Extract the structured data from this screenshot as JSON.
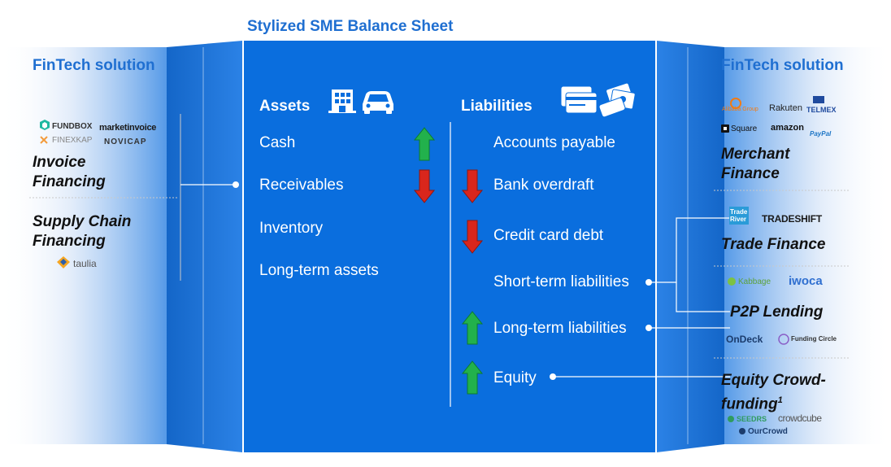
{
  "title": "Stylized SME Balance Sheet",
  "left": {
    "heading": "FinTech solution",
    "categories": [
      {
        "label": "Invoice Financing",
        "logos": [
          "FUNDBOX",
          "marketinvoice",
          "FINEXKAP",
          "NOVICAP"
        ]
      },
      {
        "label": "Supply Chain Financing",
        "logos": [
          "taulia"
        ]
      }
    ]
  },
  "right": {
    "heading": "FinTech solution",
    "categories": [
      {
        "label": "Merchant Finance",
        "logos": [
          "Alibaba Group",
          "Rakuten",
          "TELMEX",
          "Square",
          "amazon",
          "PayPal"
        ]
      },
      {
        "label": "Trade Finance",
        "logos": [
          "Trade River",
          "TRADESHIFT"
        ]
      },
      {
        "label": "P2P Lending",
        "logos": [
          "Kabbage",
          "iwoca",
          "OnDeck",
          "Funding Circle"
        ]
      },
      {
        "label": "Equity Crowd-funding",
        "footnote": "1",
        "logos": [
          "SEEDRS",
          "crowdcube",
          "OurCrowd"
        ]
      }
    ]
  },
  "assets": {
    "heading": "Assets",
    "items": [
      "Cash",
      "Receivables",
      "Inventory",
      "Long-term assets"
    ]
  },
  "liabilities": {
    "heading": "Liabilities",
    "items": [
      "Accounts payable",
      "Bank overdraft",
      "Credit card debt",
      "Short-term liabilities",
      "Long-term liabilities",
      "Equity"
    ]
  },
  "arrows": {
    "Cash": "up",
    "Receivables": "down",
    "Bank overdraft": "down",
    "Credit card debt": "down",
    "Long-term liabilities": "up",
    "Equity": "up"
  },
  "colors": {
    "panel": "#0a6ede",
    "heading_blue": "#1f6fd1",
    "arrow_up": "#22b14c",
    "arrow_down": "#d9261c"
  },
  "icons": [
    "building-icon",
    "car-icon",
    "credit-card-icon",
    "cash-icon"
  ]
}
